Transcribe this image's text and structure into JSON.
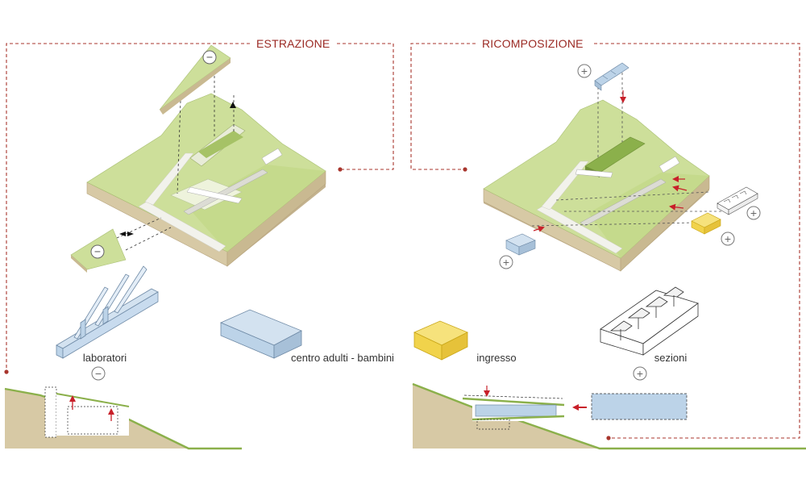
{
  "sections": {
    "left": {
      "title": "ESTRAZIONE"
    },
    "right": {
      "title": "RICOMPOSIZIONE"
    }
  },
  "elements": {
    "laboratori": {
      "label": "laboratori",
      "operation": "minus"
    },
    "centro": {
      "label": "centro adulti - bambini"
    },
    "ingresso": {
      "label": "ingresso"
    },
    "sezioni": {
      "label": "sezioni",
      "operation": "plus"
    }
  },
  "symbols": {
    "minus": "−",
    "plus": "+"
  },
  "colors": {
    "title": "#9b2a24",
    "dashed_frame": "#a8352d",
    "arrow": "#c8202a",
    "terrain_top": "#cddf9a",
    "terrain_side": "#d7c9a5",
    "terrain_side_dark": "#c4b38f",
    "green_section": "#8bb04b",
    "green_dark": "#a6c266",
    "road": "#f2f2ec",
    "glass_blue": "#bcd3e8",
    "glass_edge": "#6f8aa6",
    "entrance_yellow": "#f1d34b",
    "entrance_edge": "#c9a618",
    "caption": "#333333"
  }
}
